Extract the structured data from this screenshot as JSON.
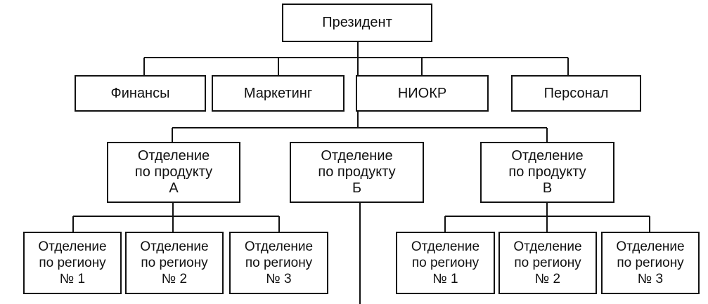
{
  "president": "Президент",
  "functions": {
    "finance": "Финансы",
    "marketing": "Маркетинг",
    "rnd": "НИОКР",
    "personnel": "Персонал"
  },
  "divisions": {
    "a": {
      "line1": "Отделение",
      "line2": "по продукту",
      "line3": "А"
    },
    "b": {
      "line1": "Отделение",
      "line2": "по продукту",
      "line3": "Б"
    },
    "v": {
      "line1": "Отделение",
      "line2": "по продукту",
      "line3": "В"
    }
  },
  "regions_a": [
    {
      "line1": "Отделение",
      "line2": "по региону",
      "line3": "№ 1"
    },
    {
      "line1": "Отделение",
      "line2": "по региону",
      "line3": "№ 2"
    },
    {
      "line1": "Отделение",
      "line2": "по региону",
      "line3": "№ 3"
    }
  ],
  "regions_v": [
    {
      "line1": "Отделение",
      "line2": "по региону",
      "line3": "№ 1"
    },
    {
      "line1": "Отделение",
      "line2": "по региону",
      "line3": "№ 2"
    },
    {
      "line1": "Отделение",
      "line2": "по региону",
      "line3": "№ 3"
    }
  ]
}
